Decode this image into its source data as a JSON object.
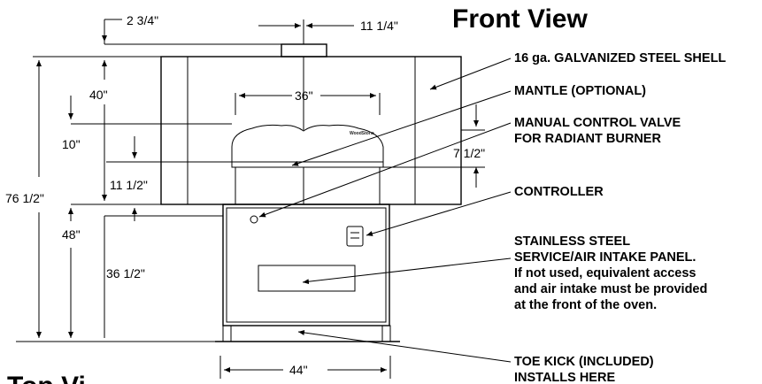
{
  "title": "Front View",
  "title_cut": "Top Vi",
  "brand_mark": "WoodStone",
  "dimensions": {
    "flue_offset": "2 3/4\"",
    "flue_width": "11 1/4\"",
    "upper_height": "40\"",
    "mantle_width": "36\"",
    "dome_height": "10\"",
    "mantle_height": "7 1/2\"",
    "lower_gap": "11 1/2\"",
    "overall_height": "76 1/2\"",
    "stand_height": "48\"",
    "cabinet_height": "36 1/2\"",
    "base_width": "44\""
  },
  "callouts": {
    "shell": "16 ga. GALVANIZED STEEL SHELL",
    "mantle": "MANTLE (OPTIONAL)",
    "valve_1": "MANUAL CONTROL VALVE",
    "valve_2": "FOR RADIANT BURNER",
    "controller": "CONTROLLER",
    "panel_1": "STAINLESS STEEL",
    "panel_2": "SERVICE/AIR INTAKE PANEL.",
    "panel_3": "If not used, equivalent access",
    "panel_4": "and air intake must be provided",
    "panel_5": "at the front of the oven.",
    "toe_1": "TOE KICK (INCLUDED)",
    "toe_2": "INSTALLS HERE"
  }
}
